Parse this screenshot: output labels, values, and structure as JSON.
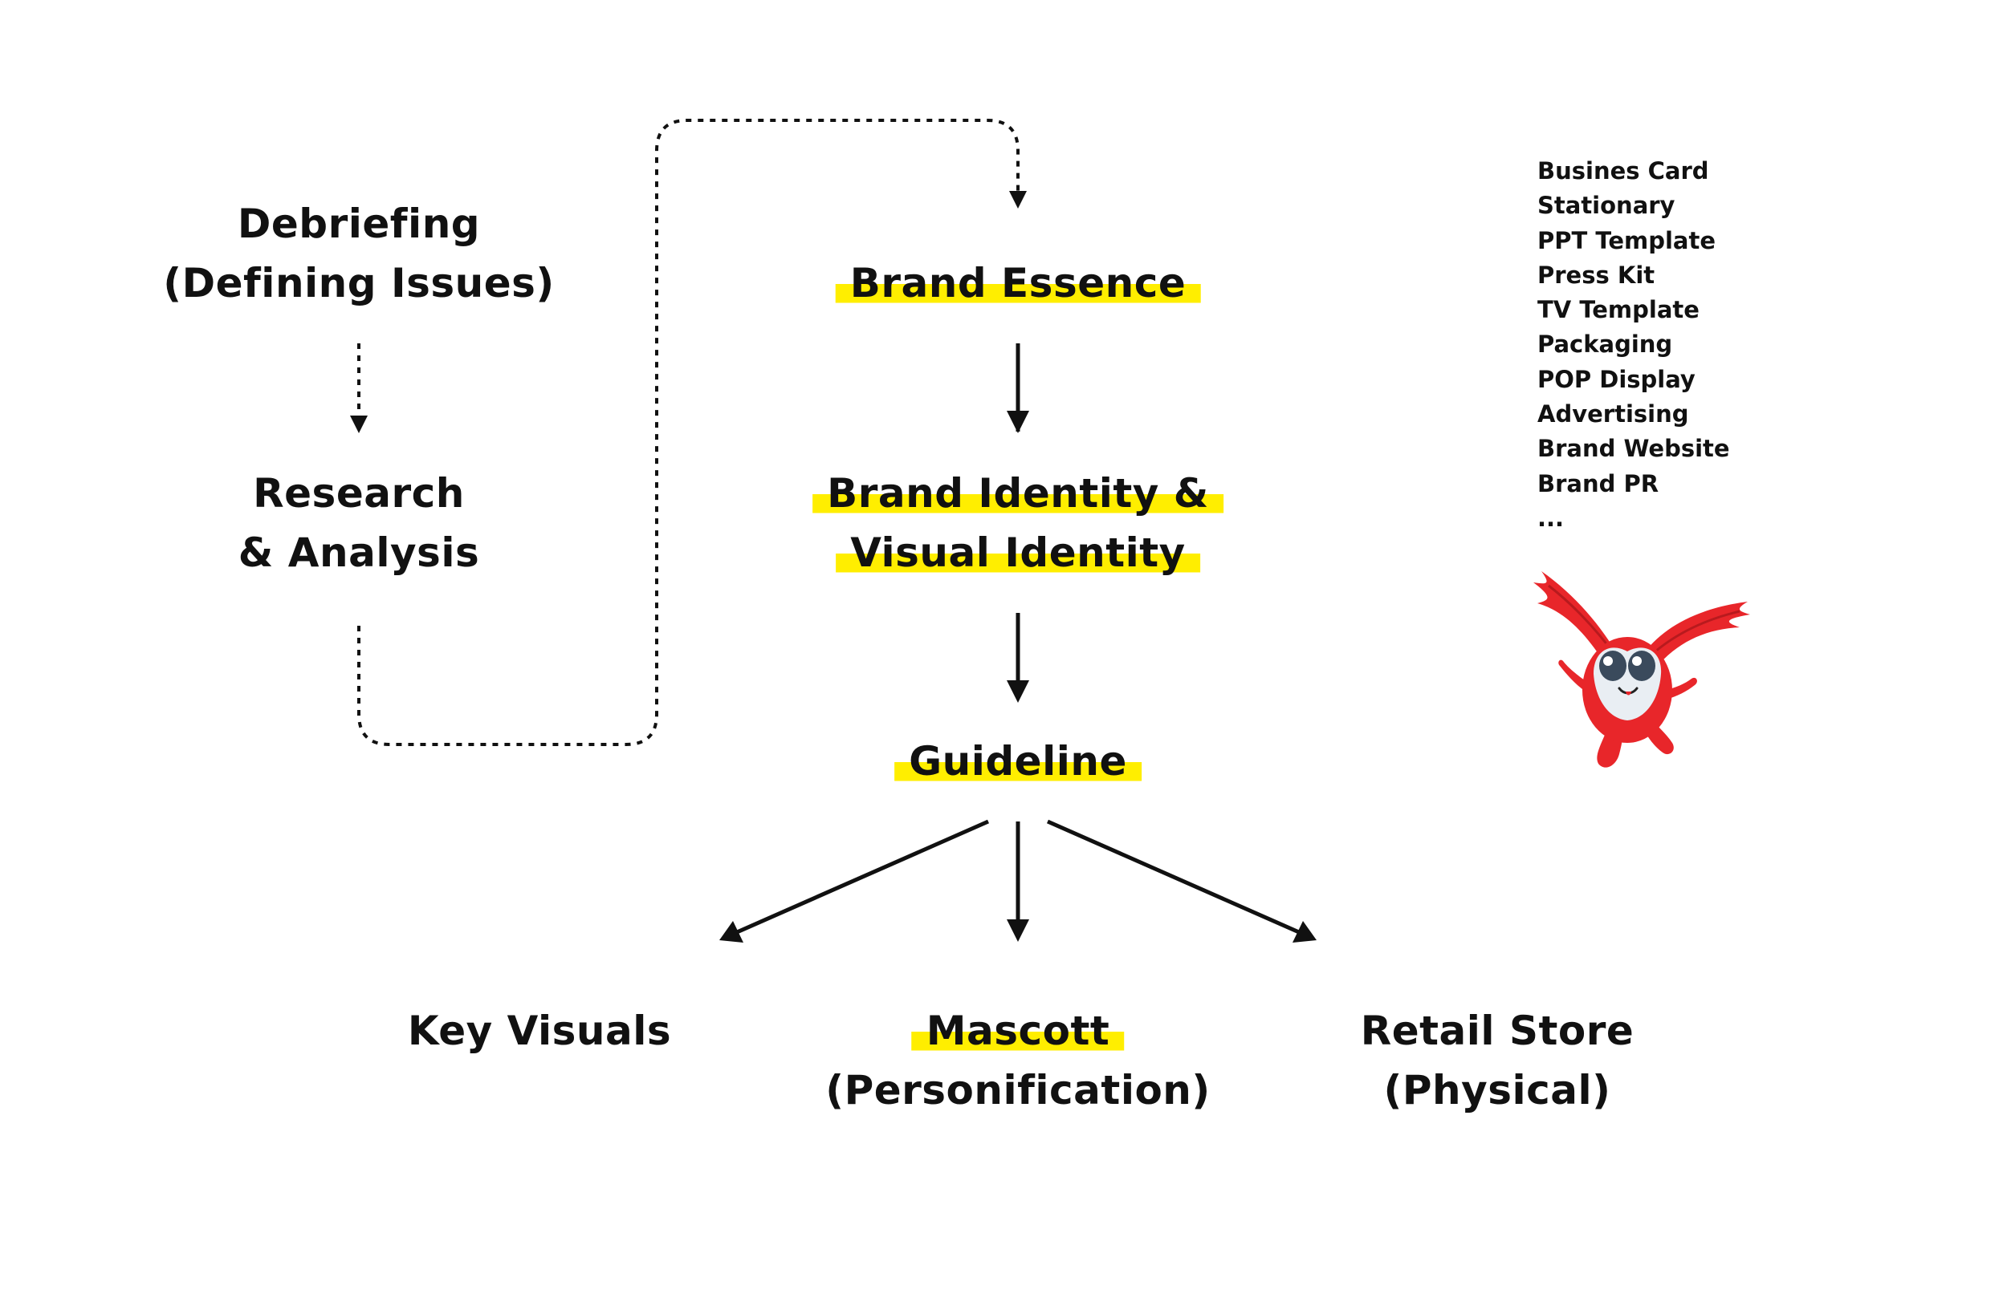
{
  "diagram": {
    "nodes": {
      "debriefing": [
        "Debriefing",
        "(Defining Issues)"
      ],
      "research": [
        "Research",
        "& Analysis"
      ],
      "brand_essence": [
        "Brand Essence"
      ],
      "brand_identity": [
        "Brand Identity &",
        "Visual Identity"
      ],
      "guideline": [
        "Guideline"
      ],
      "key_visuals": [
        "Key Visuals"
      ],
      "mascott": [
        "Mascott",
        "(Personification)"
      ],
      "retail_store": [
        "Retail Store",
        "(Physical)"
      ]
    },
    "highlight_color": "#ffee00",
    "text_color": "#111111",
    "deliverables": [
      "Busines Card",
      "Stationary",
      "PPT Template",
      "Press Kit",
      "TV Template",
      "Packaging",
      "POP Display",
      "Advertising",
      "Brand Website",
      "Brand PR",
      "..."
    ],
    "mascot": {
      "icon": "red-mascot-icon",
      "body_color": "#e8262a",
      "face_color": "#e9eef3"
    }
  }
}
